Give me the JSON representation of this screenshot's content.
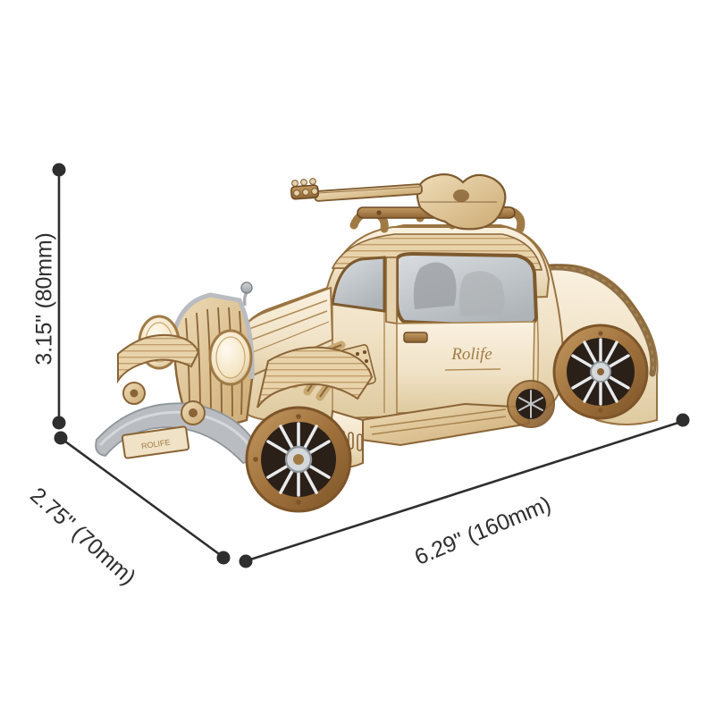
{
  "image": {
    "background_color": "#ffffff",
    "subject": "wooden-model-vintage-car",
    "brand_text": "Rolife"
  },
  "dimensions": {
    "height": {
      "label": "3.15\" (80mm)",
      "inches": "3.15",
      "millimeters": "80",
      "axis": "height",
      "orientation": "vertical"
    },
    "depth": {
      "label": "2.75\" (70mm)",
      "inches": "2.75",
      "millimeters": "70",
      "axis": "depth",
      "orientation": "diagonal-down-right"
    },
    "length": {
      "label": "6.29\" (160mm)",
      "inches": "6.29",
      "millimeters": "160",
      "axis": "length",
      "orientation": "diagonal-up-right"
    }
  },
  "colors": {
    "line": "#2e2e2e",
    "text": "#2e2e2e",
    "wood_light": "#f2e6cf",
    "wood_mid": "#e3cda6",
    "wood_dark": "#b08b55",
    "wood_edge": "#8a6436",
    "wood_burn": "#6d4a26",
    "metal_grey": "#b9bcc0",
    "tire_brown": "#a9793f",
    "spoke_white": "#e8eaec",
    "glass": "#cfd3d6"
  },
  "parts": {
    "guitar": "acoustic-guitar-on-roof-rack",
    "roof_rack": "roof-rack",
    "windshield": "windshield",
    "side_window": "side-window",
    "door_logo": "Rolife",
    "grille": "front-grille",
    "headlights": "round-headlights",
    "front_wheel": "front-spoked-wheel",
    "rear_wheel": "rear-spoked-wheel",
    "running_board": "running-board",
    "front_bumper": "front-bumper",
    "license_plate": "license-plate",
    "exhaust_pipes": "side-exhaust-pipes",
    "fenders": "fenders"
  }
}
